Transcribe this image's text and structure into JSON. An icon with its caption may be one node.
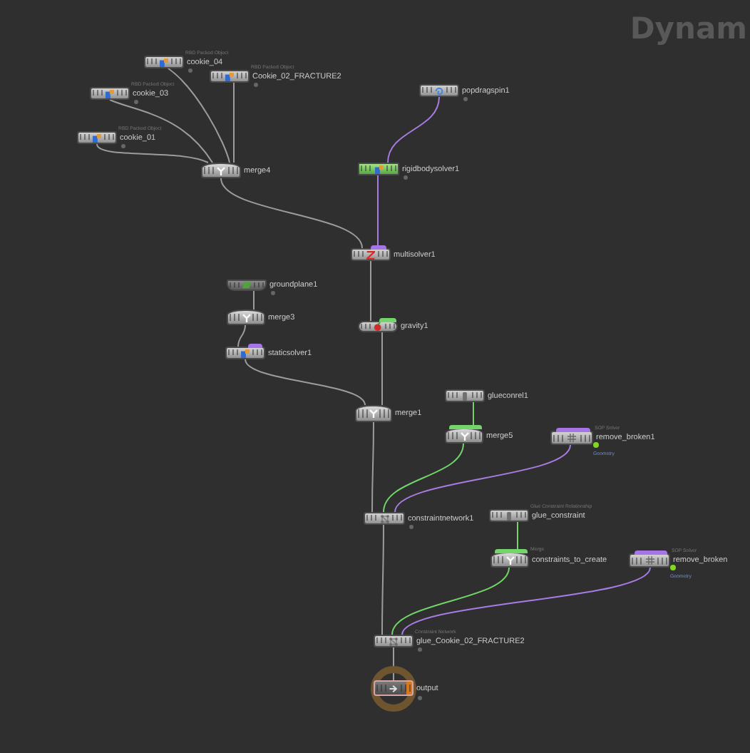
{
  "diagram": {
    "nodes": [
      {
        "text": [
          "RBD Packed Object",
          "cookie_04"
        ]
      },
      {
        "text": [
          "RBD Packed Object",
          "Cookie_02_FRACTURE2"
        ]
      },
      {
        "text": [
          "popdragspin1"
        ]
      },
      {
        "text": [
          "RBD Packed Object",
          "cookie_03"
        ]
      },
      {
        "text": [
          "RBD Packed Object",
          "cookie_01"
        ]
      },
      {
        "text": [
          "merge4"
        ]
      },
      {
        "text": [
          "rigidbodysolver1"
        ]
      },
      {
        "text": [
          "multisolver1"
        ]
      },
      {
        "text": [
          "groundplane1"
        ]
      },
      {
        "text": [
          "merge3"
        ]
      },
      {
        "text": [
          "gravity1"
        ]
      },
      {
        "text": [
          "staticsolver1"
        ]
      },
      {
        "text": [
          "glueconrel1"
        ]
      },
      {
        "text": [
          "merge1"
        ]
      },
      {
        "text": [
          "merge5"
        ]
      },
      {
        "text": [
          "SOP Solver",
          "remove_broken1"
        ],
        "beside": [
          "Geometry"
        ]
      },
      {
        "text": [
          "constraintnetwork1"
        ]
      },
      {
        "text": [
          "Glue Constraint Relationship",
          "glue_constraint"
        ]
      },
      {
        "text": [
          "Merge",
          "constraints_to_create"
        ]
      },
      {
        "text": [
          "SOP Solver",
          "remove_broken"
        ],
        "beside": [
          "Geometry"
        ]
      },
      {
        "text": [
          "Constraint Network",
          "glue_Cookie_02_FRACTURE2"
        ]
      },
      {
        "text": [
          "output"
        ]
      }
    ],
    "edges": [
      {
        "from": 0,
        "to": 5,
        "arrow": "none"
      },
      {
        "from": 1,
        "to": 5,
        "arrow": "none"
      },
      {
        "from": 3,
        "to": 5,
        "arrow": "none"
      },
      {
        "from": 4,
        "to": 5,
        "arrow": "none"
      },
      {
        "from": 2,
        "to": 6,
        "arrow": "none",
        "color": "#a77de3"
      },
      {
        "from": 5,
        "to": 7,
        "arrow": "none"
      },
      {
        "from": 6,
        "to": 7,
        "arrow": "none",
        "color": "#a77de3"
      },
      {
        "from": 7,
        "to": 10,
        "arrow": "none"
      },
      {
        "from": 8,
        "to": 9,
        "arrow": "none"
      },
      {
        "from": 9,
        "to": 11,
        "arrow": "none"
      },
      {
        "from": 11,
        "to": 13,
        "arrow": "none"
      },
      {
        "from": 10,
        "to": 13,
        "arrow": "none"
      },
      {
        "from": 12,
        "to": 14,
        "arrow": "none",
        "color": "#72d46a"
      },
      {
        "from": 13,
        "to": 16,
        "arrow": "none"
      },
      {
        "from": 14,
        "to": 16,
        "arrow": "none",
        "color": "#72d46a"
      },
      {
        "from": 15,
        "to": 16,
        "arrow": "none",
        "color": "#a77de3"
      },
      {
        "from": 17,
        "to": 18,
        "arrow": "none",
        "color": "#72d46a"
      },
      {
        "from": 16,
        "to": 20,
        "arrow": "none"
      },
      {
        "from": 18,
        "to": 20,
        "arrow": "none",
        "color": "#72d46a"
      },
      {
        "from": 19,
        "to": 20,
        "arrow": "none",
        "color": "#a77de3"
      },
      {
        "from": 20,
        "to": 21,
        "arrow": "none"
      }
    ],
    "labels": [
      "Dynam"
    ]
  }
}
